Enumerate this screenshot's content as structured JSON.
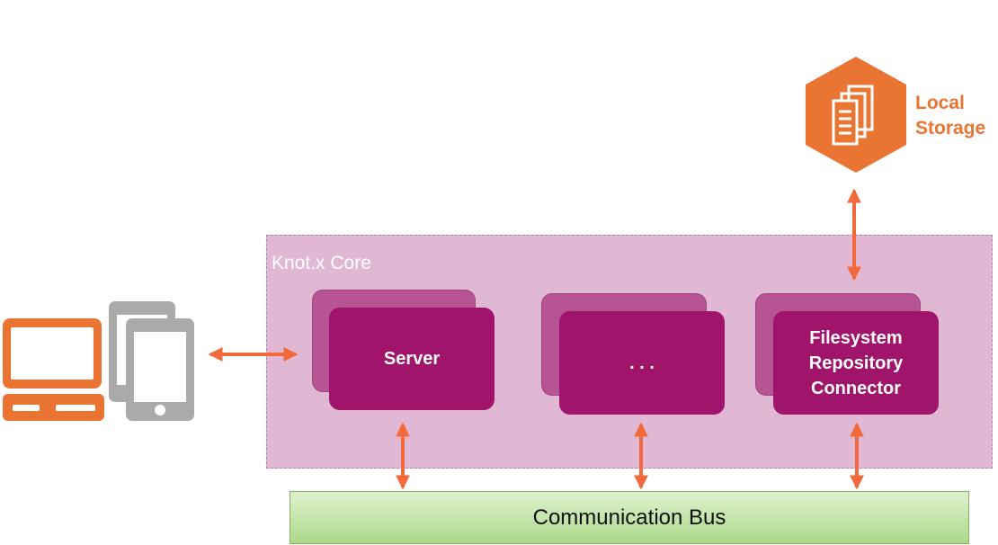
{
  "core": {
    "label": "Knot.x Core"
  },
  "modules": {
    "server": "Server",
    "other": ". . .",
    "connector": [
      "Filesystem",
      "Repository",
      "Connector"
    ]
  },
  "bus": {
    "label": "Communication Bus"
  },
  "storage": {
    "label": [
      "Local",
      "Storage"
    ]
  },
  "colors": {
    "orange": "#ea7533",
    "arrow": "#f26a3b",
    "module": "#a0146c",
    "module_shadow": "#b65494",
    "core_fill": "#e1b8d3",
    "bus_fill": "#abd88a",
    "device_gray": "#aaaaaa"
  }
}
